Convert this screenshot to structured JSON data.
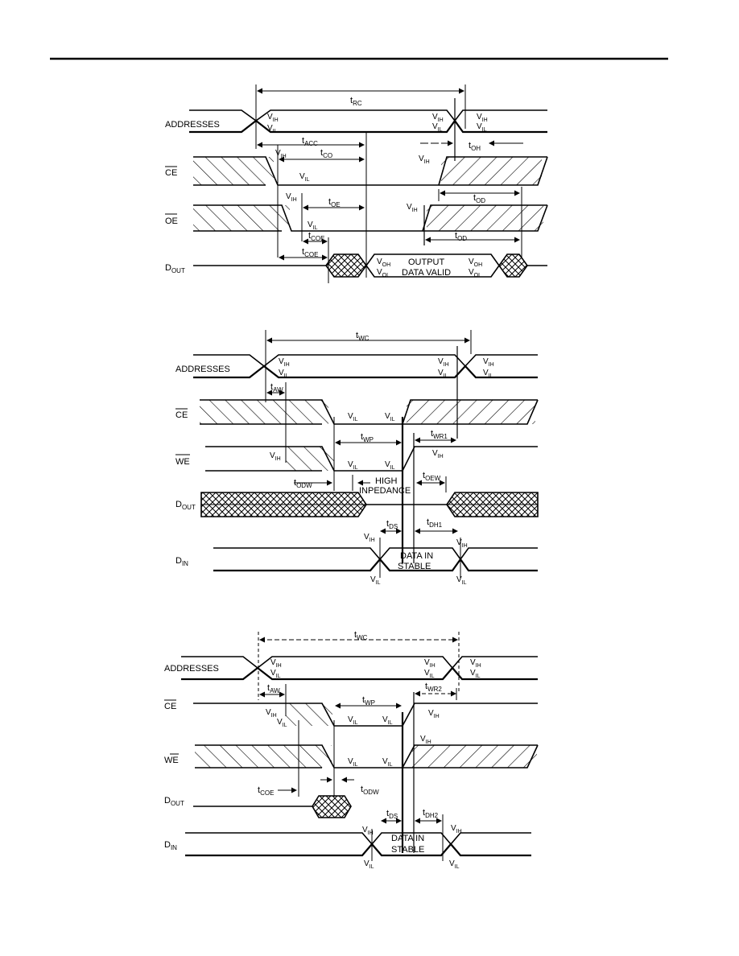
{
  "diagrams": [
    {
      "signals": {
        "addresses": "ADDRESSES",
        "ce": "CE",
        "oe": "OE",
        "dout": "D",
        "dout_sub": "OUT"
      },
      "params": {
        "rc": "t",
        "rc_sub": "RC",
        "acc": "t",
        "acc_sub": "ACC",
        "co": "t",
        "co_sub": "CO",
        "oe": "t",
        "oe_sub": "OE",
        "coe": "t",
        "coe_sub": "COE",
        "coe2": "t",
        "coe2_sub": "COE",
        "oh": "t",
        "oh_sub": "OH",
        "od": "t",
        "od_sub": "OD",
        "od2": "t",
        "od2_sub": "OD"
      },
      "levels": {
        "v": "V",
        "ih": "IH",
        "il": "IL",
        "oh": "OH",
        "ol": "OL"
      },
      "output_text": [
        "OUTPUT",
        "DATA VALID"
      ]
    },
    {
      "signals": {
        "addresses": "ADDRESSES",
        "ce": "CE",
        "we": "WE",
        "dout": "D",
        "dout_sub": "OUT",
        "din": "D",
        "din_sub": "IN"
      },
      "params": {
        "wc": "t",
        "wc_sub": "WC",
        "aw": "t",
        "aw_sub": "AW",
        "wp": "t",
        "wp_sub": "WP",
        "wr": "t",
        "wr_sub": "WR1",
        "odw": "t",
        "odw_sub": "ODW",
        "oew": "t",
        "oew_sub": "OEW",
        "ds": "t",
        "ds_sub": "DS",
        "dh": "t",
        "dh_sub": "DH1"
      },
      "levels": {
        "v": "V",
        "ih": "IH",
        "il": "IL"
      },
      "high_z": [
        "HIGH",
        "INPEDANCE"
      ],
      "din_text": [
        "DATA IN",
        "STABLE"
      ]
    },
    {
      "signals": {
        "addresses": "ADDRESSES",
        "ce": "CE",
        "we": "WE",
        "dout": "D",
        "dout_sub": "OUT",
        "din": "D",
        "din_sub": "IN"
      },
      "params": {
        "wc": "t",
        "wc_sub": "WC",
        "aw": "t",
        "aw_sub": "AW",
        "wp": "t",
        "wp_sub": "WP",
        "wr": "t",
        "wr_sub": "WR2",
        "coe": "t",
        "coe_sub": "COE",
        "odw": "t",
        "odw_sub": "ODW",
        "ds": "t",
        "ds_sub": "DS",
        "dh": "t",
        "dh_sub": "DH2"
      },
      "levels": {
        "v": "V",
        "ih": "IH",
        "il": "IL"
      },
      "din_text": [
        "DATA IN",
        "STABLE"
      ]
    }
  ]
}
